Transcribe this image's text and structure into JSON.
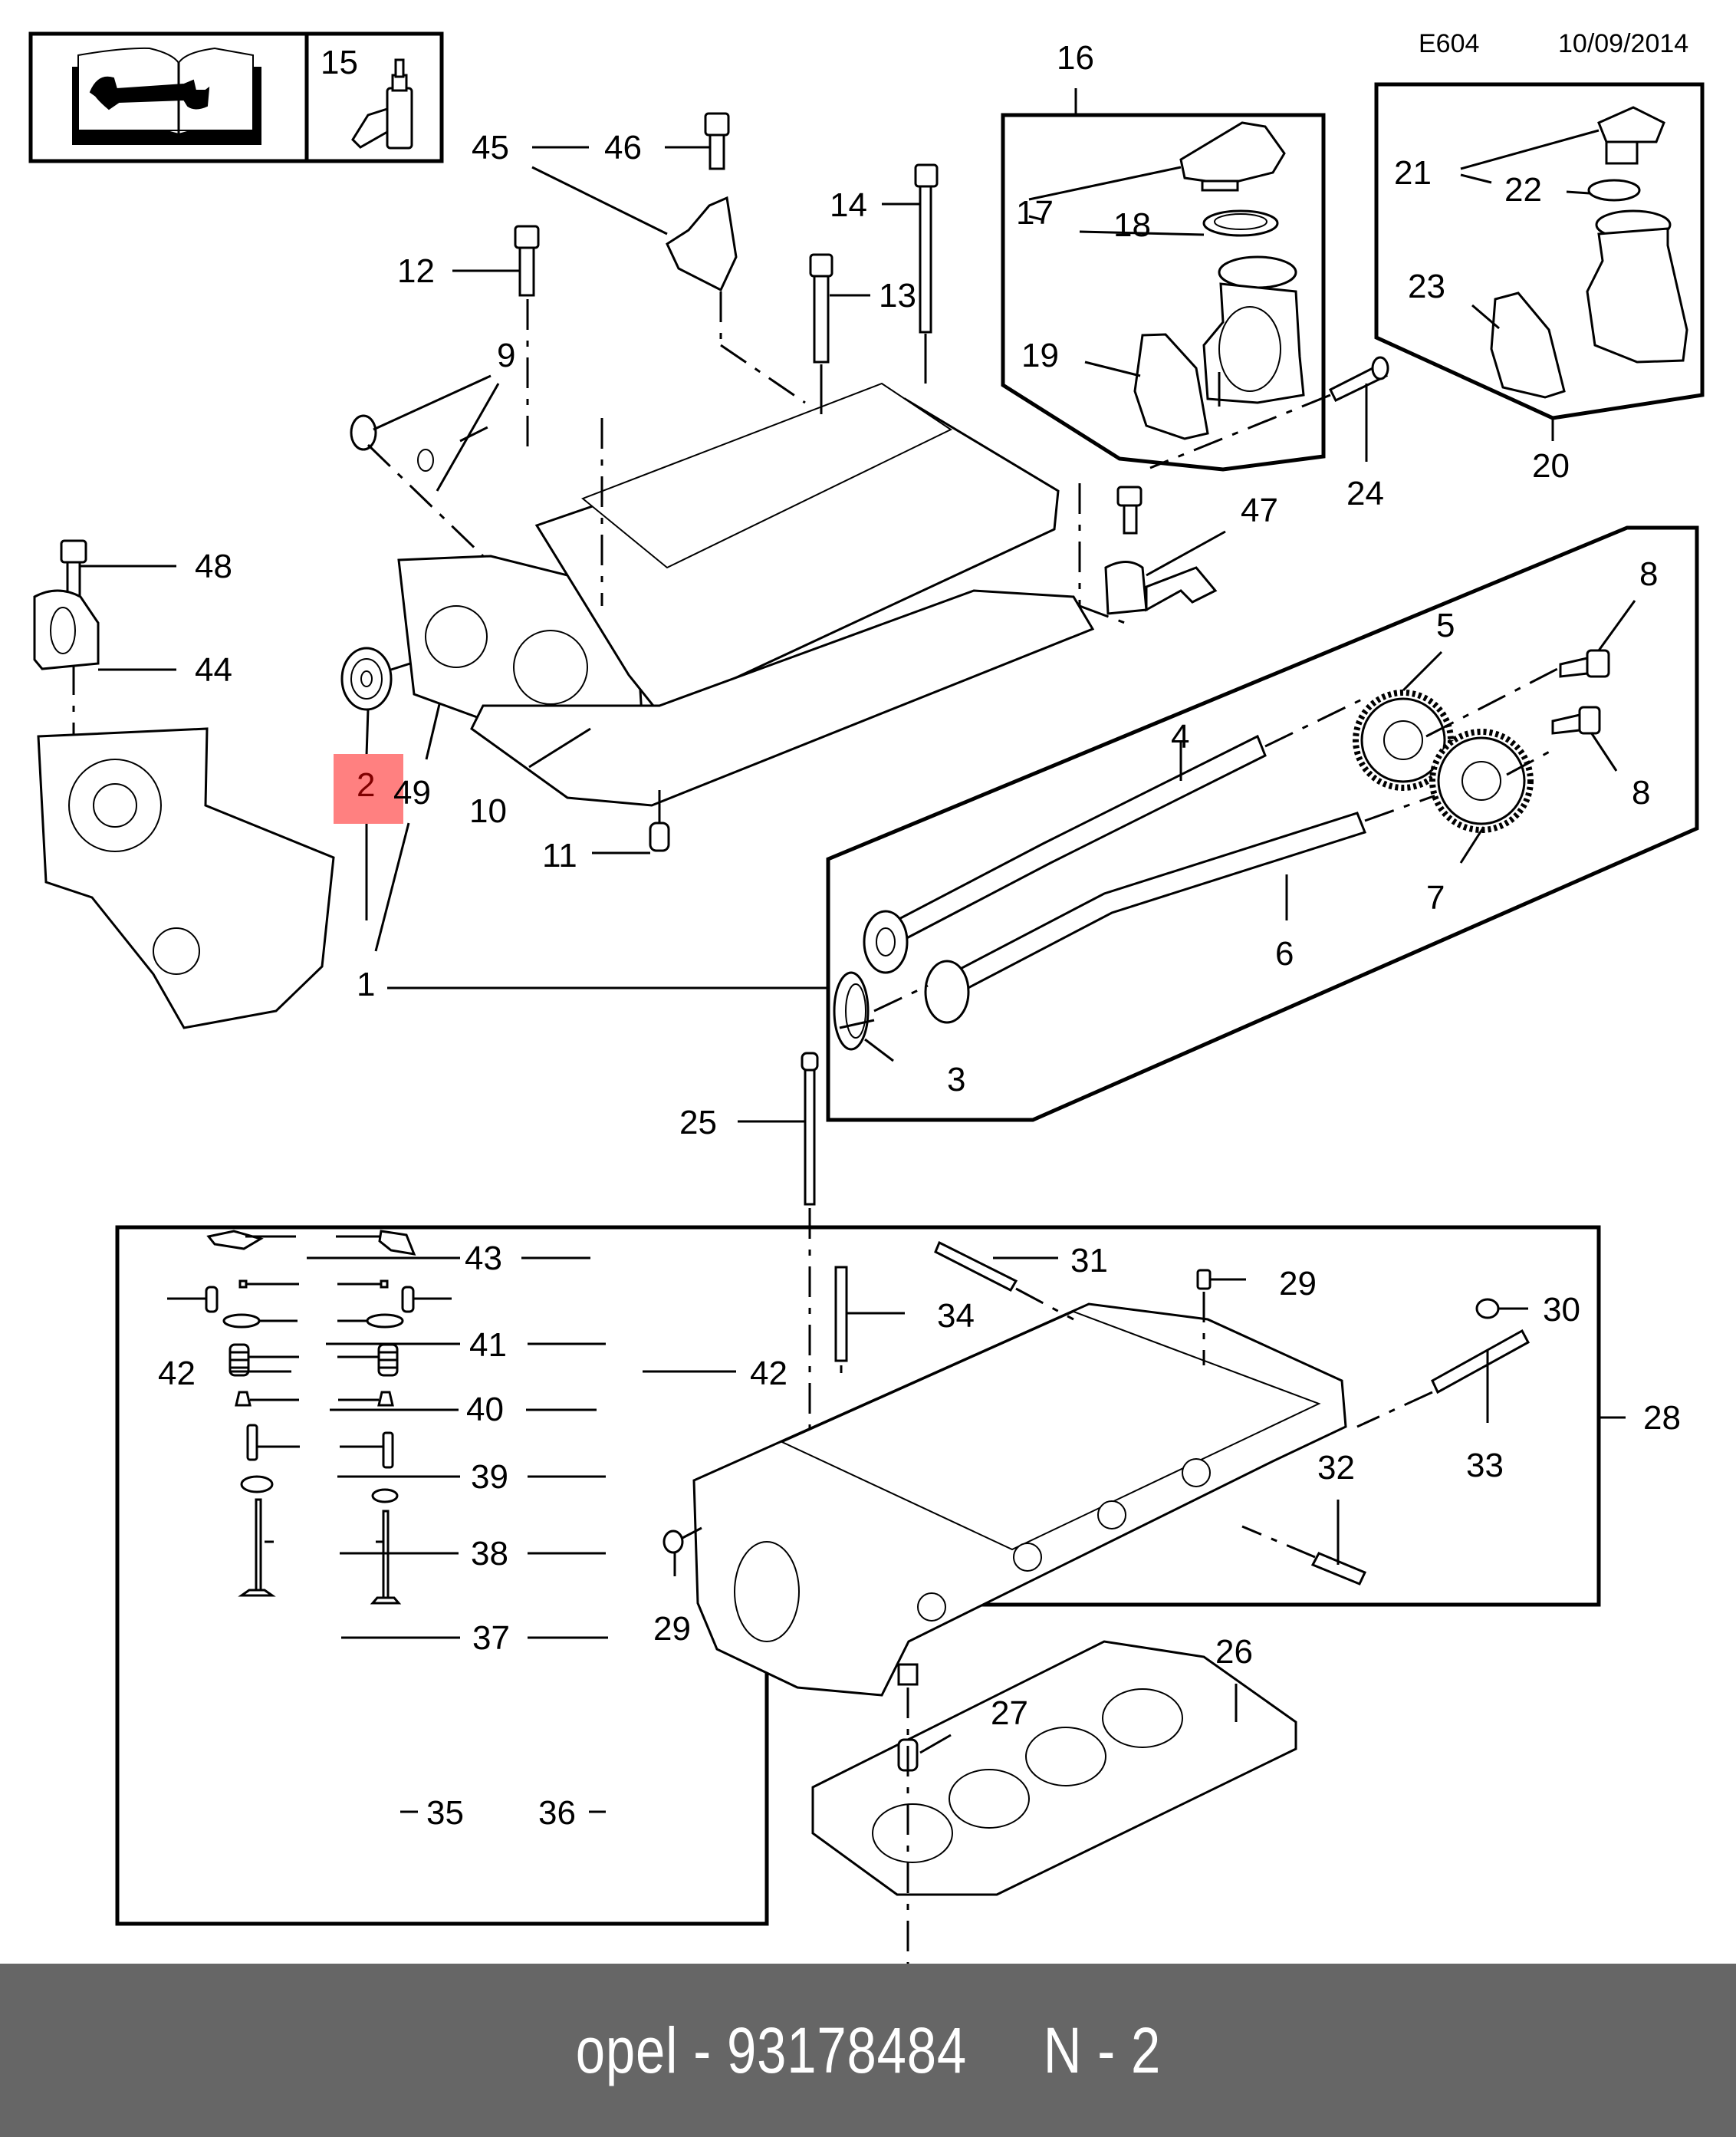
{
  "header": {
    "diagram_code": "E604",
    "date": "10/09/2014",
    "legend": {
      "manual_icon": "service-manual-wrench-icon",
      "sealant_ref": "15",
      "sealant_icon": "sealant-bottle-icon"
    }
  },
  "highlight": {
    "label": "2",
    "color": "#ff8080",
    "text_color": "#800000"
  },
  "labels": {
    "l1": "1",
    "l2": "2",
    "l3": "3",
    "l4": "4",
    "l5": "5",
    "l6": "6",
    "l7": "7",
    "l8a": "8",
    "l8b": "8",
    "l9": "9",
    "l10": "10",
    "l11": "11",
    "l12": "12",
    "l13": "13",
    "l14": "14",
    "l16": "16",
    "l17": "17",
    "l18": "18",
    "l19": "19",
    "l20": "20",
    "l21": "21",
    "l22": "22",
    "l23": "23",
    "l24": "24",
    "l25": "25",
    "l26": "26",
    "l27": "27",
    "l28": "28",
    "l29a": "29",
    "l29b": "29",
    "l30": "30",
    "l31": "31",
    "l32": "32",
    "l33": "33",
    "l34": "34",
    "l35": "35",
    "l36": "36",
    "l37": "37",
    "l38": "38",
    "l39": "39",
    "l40": "40",
    "l41": "41",
    "l42a": "42",
    "l42b": "42",
    "l43": "43",
    "l44": "44",
    "l45": "45",
    "l46": "46",
    "l47": "47",
    "l48": "48",
    "l49": "49"
  },
  "groups": [
    {
      "id": "oil-filler-kit-a",
      "ref": "16"
    },
    {
      "id": "oil-filler-kit-b",
      "ref": "20"
    },
    {
      "id": "camshaft-kit",
      "ref": "1"
    },
    {
      "id": "cylinder-head-kit",
      "ref": "28"
    }
  ],
  "footer": {
    "text": "opel - 93178484     N - 2"
  }
}
